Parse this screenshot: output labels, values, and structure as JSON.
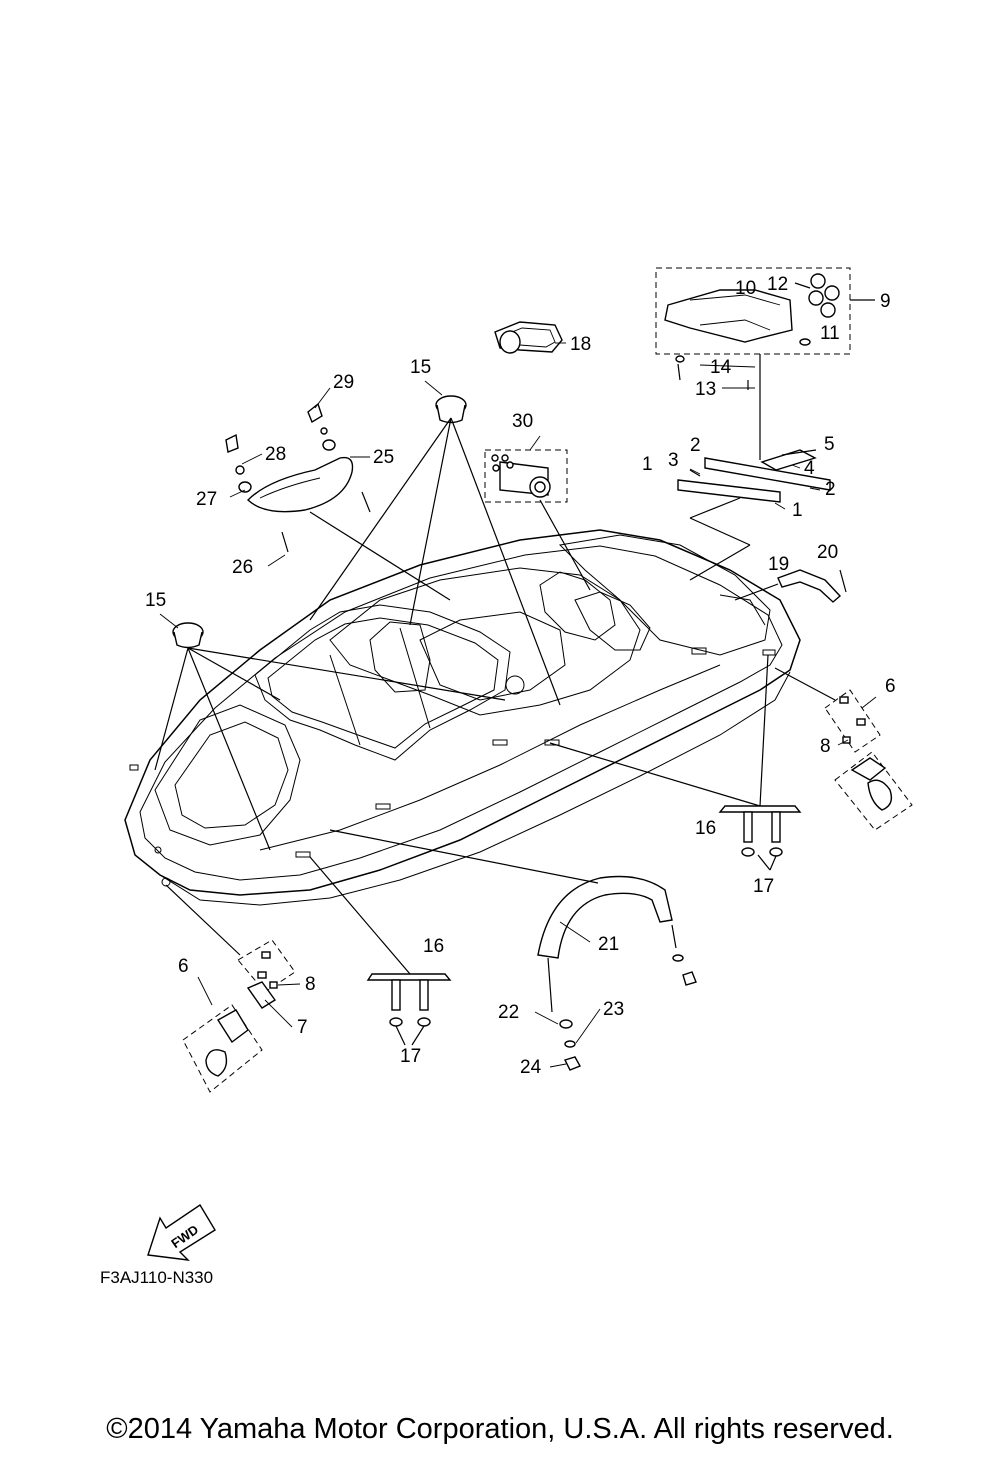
{
  "figure_code": "F3AJ110-N330",
  "copyright": "©2014 Yamaha Motor Corporation, U.S.A. All rights reserved.",
  "direction_label": "FWD",
  "callouts": [
    "1",
    "1",
    "2",
    "2",
    "3",
    "4",
    "5",
    "6",
    "6",
    "7",
    "8",
    "8",
    "9",
    "10",
    "11",
    "12",
    "13",
    "14",
    "15",
    "15",
    "16",
    "16",
    "17",
    "17",
    "18",
    "19",
    "20",
    "21",
    "22",
    "23",
    "24",
    "25",
    "26",
    "27",
    "28",
    "29",
    "30"
  ]
}
